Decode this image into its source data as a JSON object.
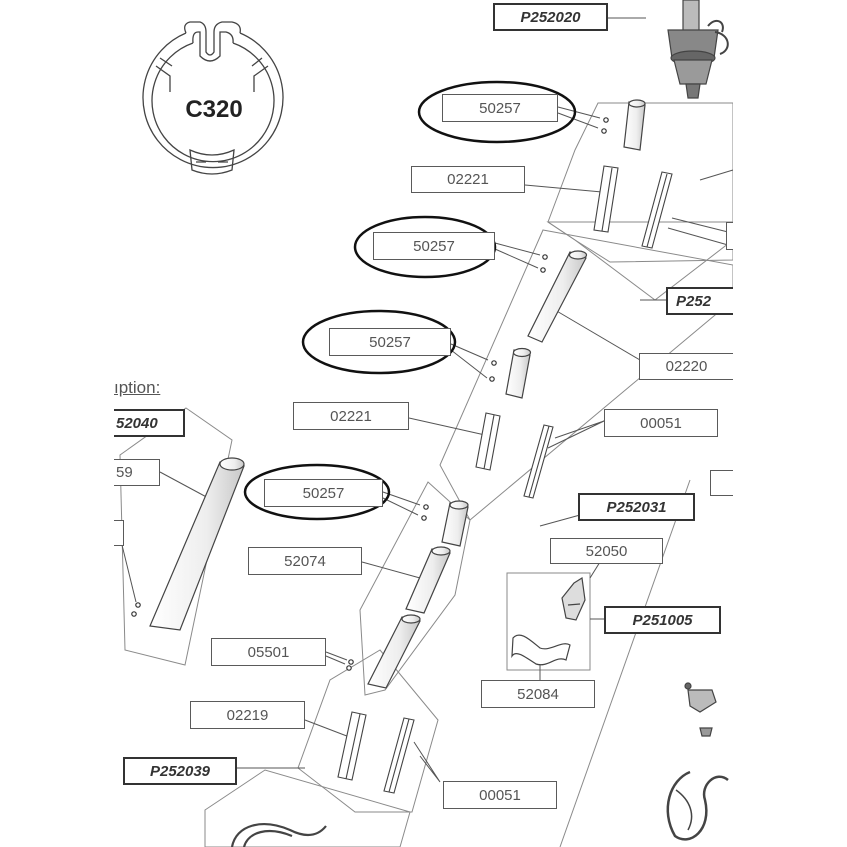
{
  "profile": {
    "label": "C320"
  },
  "caption": {
    "text": "ıption:"
  },
  "assemblies": {
    "top": "P252020",
    "right_mid": "P252",
    "left_group": "52040",
    "center_right": "P252031",
    "clip_group": "P251005",
    "bottom": "P252039"
  },
  "parts": {
    "top_pin": "50257",
    "top_clip": "02221",
    "upper_pin": "50257",
    "mid_pin": "50257",
    "long_tube": "02220",
    "mid_clip": "02221",
    "mid_rail": "00051",
    "lower_pin": "50257",
    "left_partial": "59",
    "lower_tube": "52074",
    "hook_top": "52050",
    "hook_bottom": "52084",
    "screw": "05501",
    "bottom_clip": "02219",
    "bottom_rail": "00051"
  },
  "colors": {
    "line": "#555555",
    "ellipse": "#111111",
    "border": "#5a5a5a"
  }
}
